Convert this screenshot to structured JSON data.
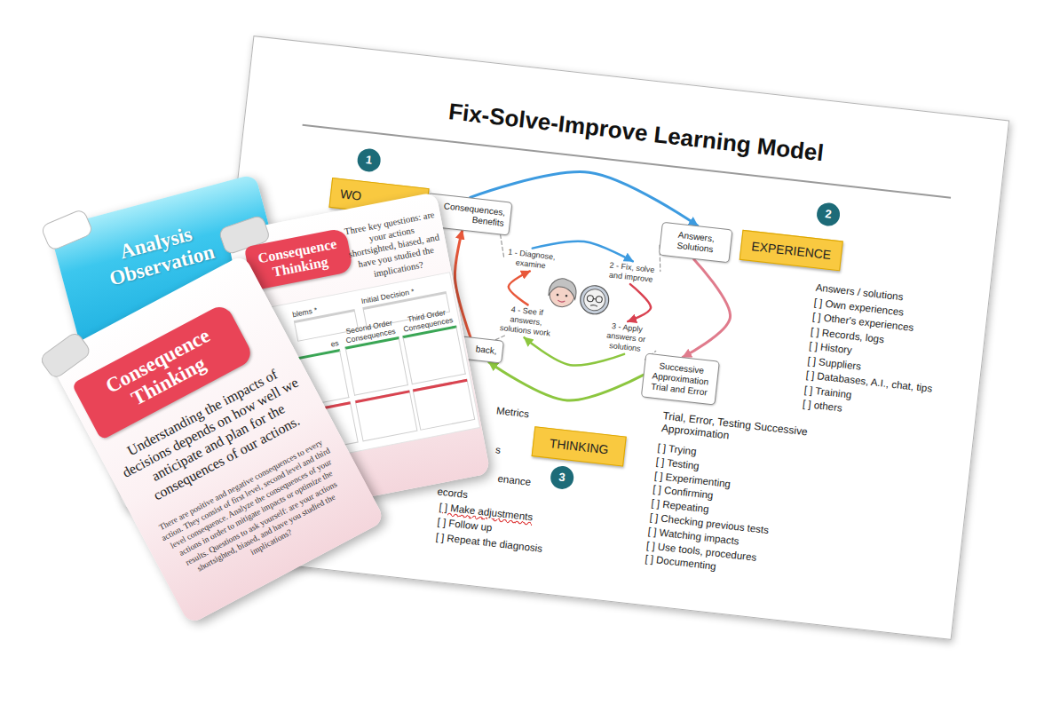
{
  "diagram": {
    "title": "Fix-Solve-Improve Learning Model",
    "nodes": [
      {
        "text": [
          "WO"
        ]
      },
      {
        "text": [
          "Consequences, Benefits"
        ]
      },
      {
        "text": [
          "Answers, Solutions"
        ]
      },
      {
        "text": [
          "EXPERIENCE"
        ]
      },
      {
        "text": [
          "1 - Diagnose, examine"
        ]
      },
      {
        "text": [
          "2 - Fix, solve and improve"
        ]
      },
      {
        "text": [
          "4 - See if answers, solutions work"
        ]
      },
      {
        "text": [
          "3 - Apply answers or solutions"
        ]
      },
      {
        "text": [
          "back,"
        ]
      },
      {
        "text": [
          "Successive Approximation Trial and Error"
        ]
      },
      {
        "text": [
          "THINKING"
        ]
      },
      {
        "text": [
          "Analysis Observation"
        ]
      },
      {
        "text": [
          "Three key questions: are your actions shortsighted, biased, and have you studied the implications?"
        ]
      },
      {
        "text": [
          "Consequence Thinking"
        ],
        "in": 12
      },
      {
        "text": [
          "blems *"
        ],
        "in": 12
      },
      {
        "text": [
          "Initial Decision *"
        ],
        "in": 12
      },
      {
        "text": [
          "es"
        ],
        "in": 12
      },
      {
        "text": [
          "Second Order Consequences"
        ],
        "in": 12
      },
      {
        "text": [
          "Third Order Consequences"
        ],
        "in": 12
      },
      {
        "text": [
          "Understanding the impacts of decisions depends on how well we anticipate and plan for the consequences of our actions.",
          "There are positive and negative consequences to every action. They consist of first level, second level and third level consequence. Analyze the consequences of your actions in order to mitigate impacts or optimize the results. Questions to ask yourself: are your actions shortsighted, biased, and have you studied the implications?"
        ]
      },
      {
        "text": [
          "Consequence Thinking"
        ],
        "in": 19
      }
    ],
    "edges": [
      {
        "from": 1,
        "to": 2,
        "arrow": "to"
      },
      {
        "from": 2,
        "to": 9,
        "arrow": "to"
      },
      {
        "from": 9,
        "to": 8,
        "arrow": "to"
      },
      {
        "from": 8,
        "to": 1,
        "arrow": "to"
      },
      {
        "from": 4,
        "to": 5,
        "arrow": "to"
      },
      {
        "from": 5,
        "to": 7,
        "arrow": "to"
      },
      {
        "from": 7,
        "to": 6,
        "arrow": "to"
      },
      {
        "from": 6,
        "to": 4,
        "arrow": "to"
      },
      {
        "from": 1,
        "to": 4,
        "arrow": "none"
      },
      {
        "from": 2,
        "to": 5,
        "arrow": "none"
      },
      {
        "from": 9,
        "to": 7,
        "arrow": "none"
      },
      {
        "from": 8,
        "to": 6,
        "arrow": "none"
      }
    ],
    "labels": [
      "1",
      "2",
      "3",
      "Answers / solutions",
      "[ ] Own experiences",
      "[ ] Other's experiences",
      "[ ] Records, logs",
      "[ ] History",
      "[ ] Suppliers",
      "[ ] Databases, A.I., chat, tips",
      "[ ] Training",
      "[ ] others",
      "Trial, Error, Testing Successive Approximation",
      "[ ] Trying",
      "[ ] Testing",
      "[ ] Experimenting",
      "[ ] Confirming",
      "[ ] Repeating",
      "[ ] Checking previous tests",
      "[ ] Watching impacts",
      "[ ] Use tools, procedures",
      "[ ] Documenting",
      "Metrics",
      "s",
      "enance",
      "ecords",
      "[ ] Make adjustments",
      "[ ] Follow up",
      "[ ] Repeat the diagnosis"
    ]
  }
}
